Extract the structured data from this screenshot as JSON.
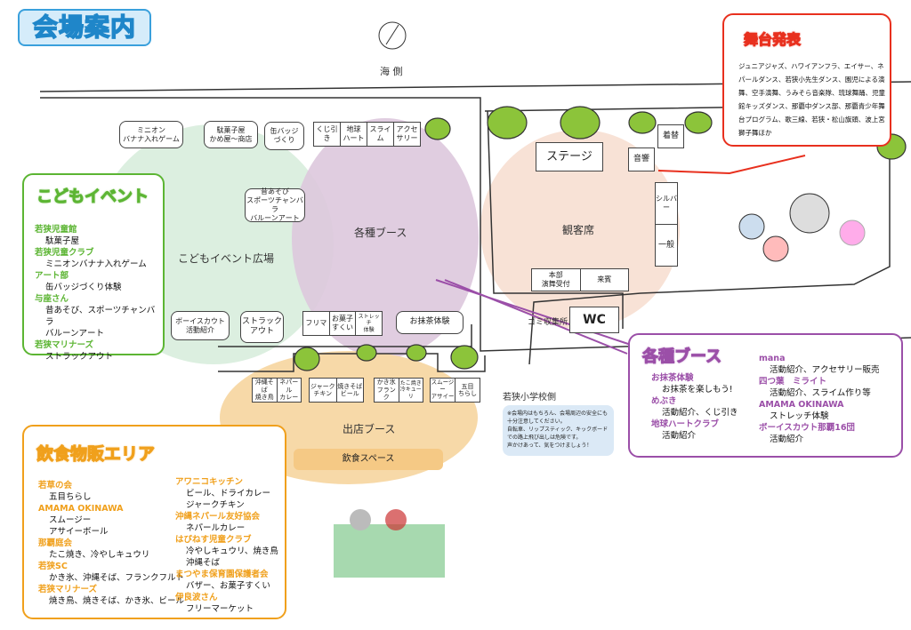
{
  "title": "会場案内",
  "compass_label": "海 側",
  "school_side_label": "若狭小学校側",
  "colors": {
    "kids": "#5cb533",
    "booth": "#9b4fa8",
    "stage": "#e8301e",
    "food": "#f0a01c",
    "title": "#3aa0dc",
    "tree": "#8cc43a"
  },
  "areas": {
    "kids_plaza": "こどもイベント広場",
    "booths": "各種ブース",
    "audience": "観客席",
    "shops": "出店ブース",
    "eating_space": "飲食スペース"
  },
  "kids_booths": {
    "minion": "ミニオン\nバナナ入れゲーム",
    "dagashi": "駄菓子屋\nかめ屋〜商店",
    "badge": "缶バッジ\nづくり",
    "mukashi": "昔あそび\nスポーツチャンバラ\nバルーンアート",
    "scout": "ボーイスカウト\n活動紹介",
    "struck": "ストラック\nアウト"
  },
  "booth_row_top": [
    "くじ引き",
    "地球\nハート",
    "スライム",
    "アクセ\nサリー"
  ],
  "booth_row_bottom": [
    "フリマ",
    "お菓子\nすくい",
    "ストレッチ\n体験"
  ],
  "matcha": "お抹茶体験",
  "food_stalls": [
    [
      "沖縄そば\n焼き鳥",
      "ネパール\nカレー"
    ],
    [
      "ジャーク\nチキン",
      "焼きそば\nビール"
    ],
    [
      "かき氷\nフランク",
      "たこ焼き\n冷キューリ"
    ],
    [
      "スムージー\nアサイー",
      "五目\nちらし"
    ]
  ],
  "stage_area": {
    "stage": "ステージ",
    "sound": "音響",
    "dressing": "着替",
    "silver": "シルバー",
    "general": "一般",
    "hq": "本部\n演舞受付",
    "guests": "来賓",
    "garbage": "ゴミ収集所",
    "wc": "WC"
  },
  "notice": "※会場内はもちろん、会場周辺の安全にも十分注意してください。\n自転車、リップスティック、キックボードでの路上飛び出しは危険です。\n声かけあって、気をつけましょう！",
  "stage_callout": {
    "heading": "舞台発表",
    "body": "ジュニアジャズ、ハワイアンフラ、エイサー、ネパールダンス、若狭小先生ダンス、園児による演舞、空手演舞、うみそら音楽隊、琉球舞踊、児童館キッズダンス、那覇中ダンス部、那覇青少年舞台プログラム、歌三線、若狭・松山旗頭、波上宮獅子舞ほか"
  },
  "kids_callout": {
    "heading": "こどもイベント",
    "groups": [
      {
        "org": "若狭児童館",
        "items": [
          "駄菓子屋"
        ]
      },
      {
        "org": "若狭児童クラブ",
        "items": [
          "ミニオンバナナ入れゲーム"
        ]
      },
      {
        "org": "アート部",
        "items": [
          "缶バッジづくり体験"
        ]
      },
      {
        "org": "与座さん",
        "items": [
          "昔あそび、スポーツチャンバラ",
          "バルーンアート"
        ]
      },
      {
        "org": "若狭マリナーズ",
        "items": [
          "ストラックアウト"
        ]
      }
    ]
  },
  "booth_callout": {
    "heading": "各種ブース",
    "col1": [
      {
        "org": "お抹茶体験",
        "items": [
          "お抹茶を楽しもう!"
        ]
      },
      {
        "org": "めぶき",
        "items": [
          "活動紹介、くじ引き"
        ]
      },
      {
        "org": "地球ハートクラブ",
        "items": [
          "活動紹介"
        ]
      }
    ],
    "col2": [
      {
        "org": "mana",
        "items": [
          "活動紹介、アクセサリー販売"
        ]
      },
      {
        "org": "四つ葉　ミライト",
        "items": [
          "活動紹介、スライム作り等"
        ]
      },
      {
        "org": "AMAMA OKINAWA",
        "items": [
          "ストレッチ体験"
        ]
      },
      {
        "org": "ボーイスカウト那覇16団",
        "items": [
          "活動紹介"
        ]
      }
    ]
  },
  "food_callout": {
    "heading": "飲食物販エリア",
    "col1": [
      {
        "org": "若草の会",
        "items": [
          "五目ちらし"
        ]
      },
      {
        "org": "AMAMA OKINAWA",
        "items": [
          "スムージー",
          "アサイーボール"
        ]
      },
      {
        "org": "那覇庭会",
        "items": [
          "たこ焼き、冷やしキュウリ"
        ]
      },
      {
        "org": "若狭SC",
        "items": [
          "かき氷、沖縄そば、フランクフルト"
        ]
      },
      {
        "org": "若狭マリナーズ",
        "items": [
          "焼き鳥、焼きそば、かき氷、ビール"
        ]
      }
    ],
    "col2": [
      {
        "org": "アワニコキッチン",
        "items": [
          "ビール、ドライカレー",
          "ジャークチキン"
        ]
      },
      {
        "org": "沖縄ネパール友好協会",
        "items": [
          "ネパールカレー"
        ]
      },
      {
        "org": "はびねす児童クラブ",
        "items": [
          "冷やしキュウリ、焼き鳥",
          "沖縄そば"
        ]
      },
      {
        "org": "まつやま保育園保護者会",
        "items": [
          "バザー、お菓子すくい"
        ]
      },
      {
        "org": "伊良波さん",
        "items": [
          "フリーマーケット"
        ]
      }
    ]
  }
}
